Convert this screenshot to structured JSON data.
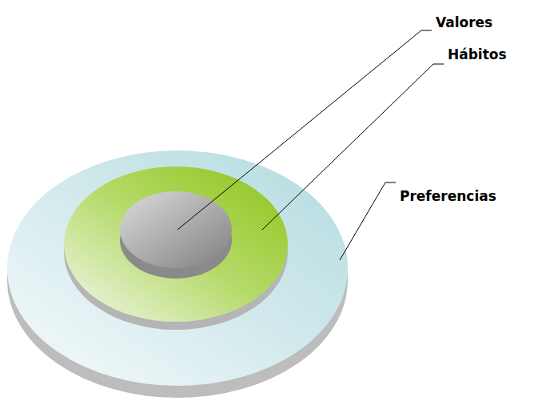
{
  "diagram": {
    "labels": [
      "Valores",
      "Hábitos",
      "Preferencias"
    ]
  }
}
